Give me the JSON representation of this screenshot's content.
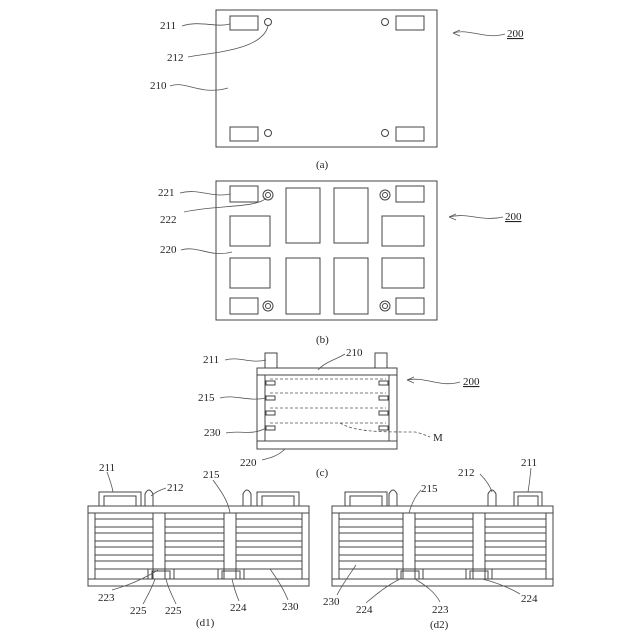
{
  "panels": {
    "a": {
      "caption": "(a)",
      "labels": {
        "l211": "211",
        "l212": "212",
        "l210": "210",
        "l200": "200"
      }
    },
    "b": {
      "caption": "(b)",
      "labels": {
        "l221": "221",
        "l222": "222",
        "l220": "220",
        "l200": "200"
      }
    },
    "c": {
      "caption": "(c)",
      "labels": {
        "l211": "211",
        "l210": "210",
        "l200": "200",
        "l215": "215",
        "l230": "230",
        "lM": "M",
        "l220": "220"
      }
    },
    "d1": {
      "caption": "(d1)",
      "labels": {
        "l211": "211",
        "l212": "212",
        "l215": "215",
        "l223": "223",
        "l225a": "225",
        "l225b": "225",
        "l224": "224",
        "l230": "230"
      }
    },
    "d2": {
      "caption": "(d2)",
      "labels": {
        "l212": "212",
        "l211": "211",
        "l215": "215",
        "l230": "230",
        "l224a": "224",
        "l223": "223",
        "l224b": "224"
      }
    }
  }
}
